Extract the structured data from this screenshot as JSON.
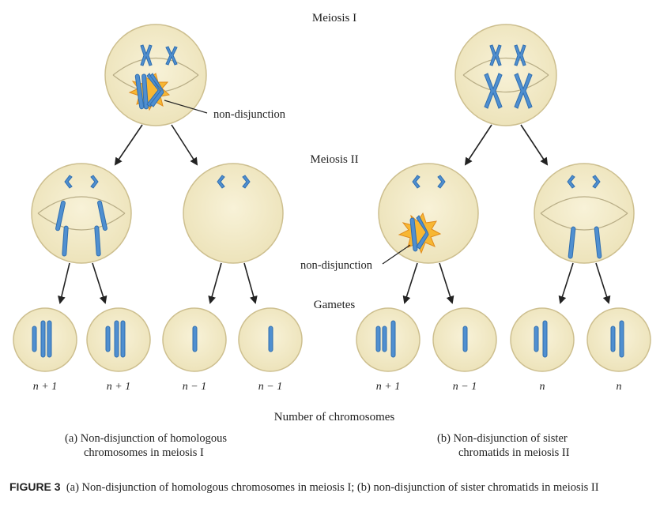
{
  "stage_labels": {
    "meiosis_1": "Meiosis I",
    "meiosis_2": "Meiosis II",
    "gametes": "Gametes"
  },
  "annotations": {
    "nondisjunction_a": "non-disjunction",
    "nondisjunction_b": "non-disjunction"
  },
  "gamete_counts": {
    "a1": "n + 1",
    "a2": "n + 1",
    "a3": "n − 1",
    "a4": "n − 1",
    "b1": "n + 1",
    "b2": "n − 1",
    "b3": "n",
    "b4": "n"
  },
  "axis_label": "Number of chromosomes",
  "panel_captions": {
    "a_line1": "(a) Non-disjunction of homologous",
    "a_line2": "chromosomes in meiosis I",
    "b_line1": "(b) Non-disjunction of sister",
    "b_line2": "chromatids in meiosis II"
  },
  "figure_caption": {
    "label": "FIGURE 3",
    "text": "(a) Non-disjunction of homologous chromosomes in meiosis I; (b) non-disjunction of sister chromatids in meiosis II"
  },
  "colors": {
    "chromosome": "#4f8fd0",
    "cell": "#f3ebc7",
    "burst": "#f5a623"
  }
}
